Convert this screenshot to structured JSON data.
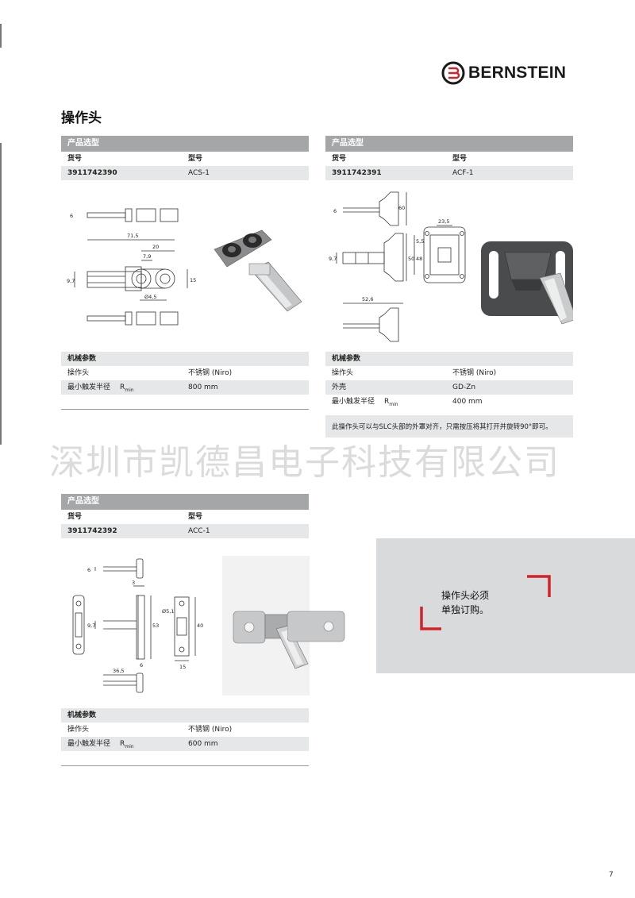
{
  "brand": {
    "name": "BERNSTEIN"
  },
  "page": {
    "title": "操作头",
    "number": "7"
  },
  "watermark": "深圳市凯德昌电子科技有限公司",
  "labels": {
    "selection": "产品选型",
    "article_no": "货号",
    "model": "型号",
    "mech_params": "机械参数",
    "actuator": "操作头",
    "housing": "外壳",
    "min_radius": "最小触发半径",
    "radius_symbol": "R",
    "radius_sub": "min"
  },
  "products": [
    {
      "article_no": "3911742390",
      "model": "ACS-1",
      "actuator_material": "不锈钢 (Niro)",
      "min_radius": "800 mm",
      "dims": [
        "6",
        "71,5",
        "20",
        "7,9",
        "9,7",
        "15",
        "Ø4,5"
      ]
    },
    {
      "article_no": "3911742391",
      "model": "ACF-1",
      "actuator_material": "不锈钢 (Niro)",
      "housing_material": "GD-Zn",
      "min_radius": "400 mm",
      "note": "此操作头可以与SLC头部的外罩对齐，只需按压将其打开并旋转90°即可。",
      "dims": [
        "6",
        "60",
        "23,5",
        "9,7",
        "50",
        "5,5",
        "48",
        "52,6"
      ]
    },
    {
      "article_no": "3911742392",
      "model": "ACC-1",
      "actuator_material": "不锈钢 (Niro)",
      "min_radius": "600 mm",
      "dims": [
        "6",
        "3",
        "9,7",
        "53",
        "Ø5,1",
        "40",
        "6",
        "36,5",
        "15"
      ]
    }
  ],
  "callout": {
    "line1": "操作头必须",
    "line2": "单独订购。"
  },
  "colors": {
    "header_gray": "#a5a6a8",
    "row_shade": "#e6e7e8",
    "accent_red": "#d2232a",
    "callout_bg": "#d9dadb"
  }
}
